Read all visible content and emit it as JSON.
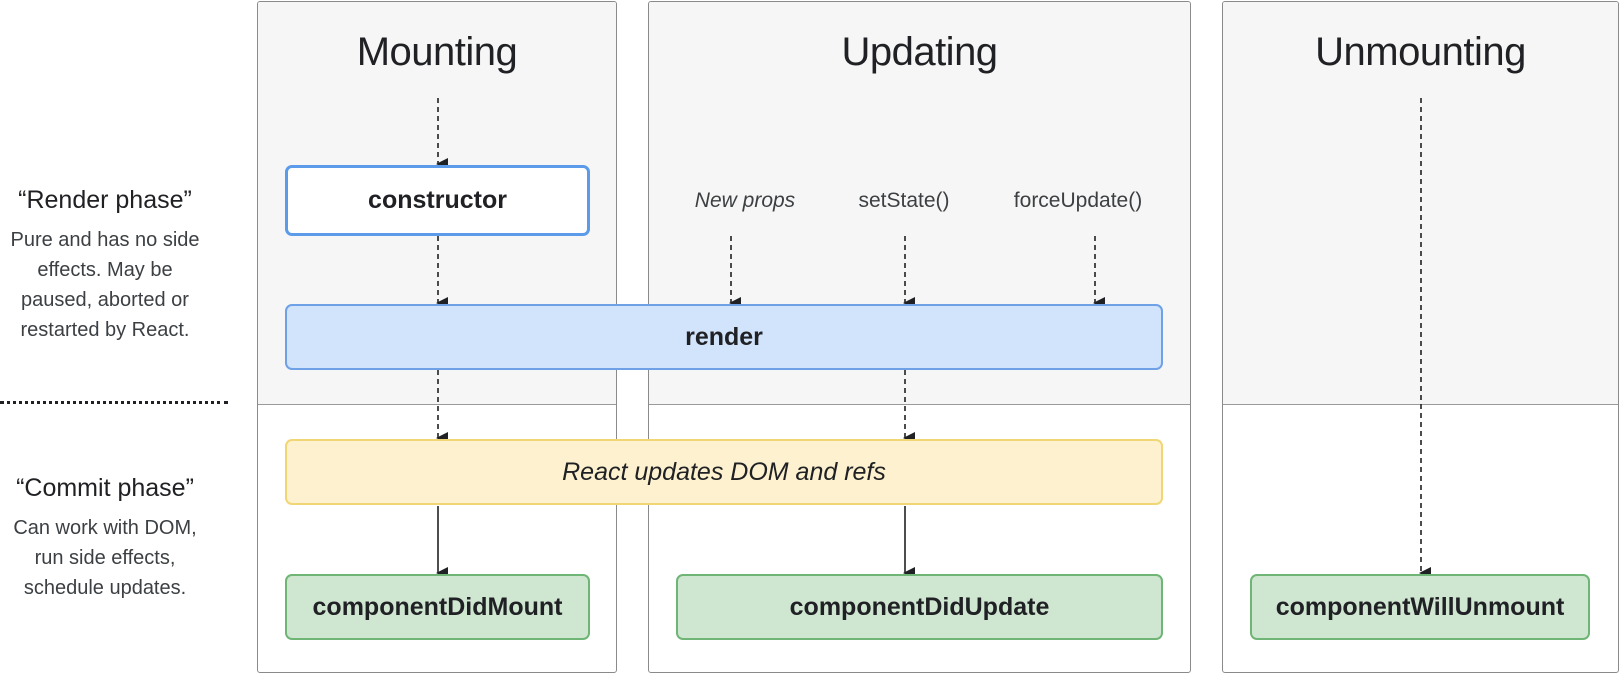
{
  "columns": {
    "mounting": "Mounting",
    "updating": "Updating",
    "unmounting": "Unmounting"
  },
  "phases": {
    "render": {
      "title": "“Render phase”",
      "desc": [
        "Pure and has no side",
        "effects. May be",
        "paused, aborted or",
        "restarted by React."
      ]
    },
    "commit": {
      "title": "“Commit phase”",
      "desc": [
        "Can work with DOM,",
        "run side effects,",
        "schedule updates."
      ]
    }
  },
  "triggers": {
    "new_props": "New props",
    "set_state": "setState()",
    "force_update": "forceUpdate()"
  },
  "boxes": {
    "constructor": "constructor",
    "render": "render",
    "dom": "React updates DOM and refs",
    "did_mount": "componentDidMount",
    "did_update": "componentDidUpdate",
    "will_unmount": "componentWillUnmount"
  },
  "colors": {
    "render_fill": "#d2e3fc",
    "dom_fill": "#fdf1cf",
    "lifecycle_fill": "#cfe6d1",
    "constructor_border": "#5b9bea"
  }
}
